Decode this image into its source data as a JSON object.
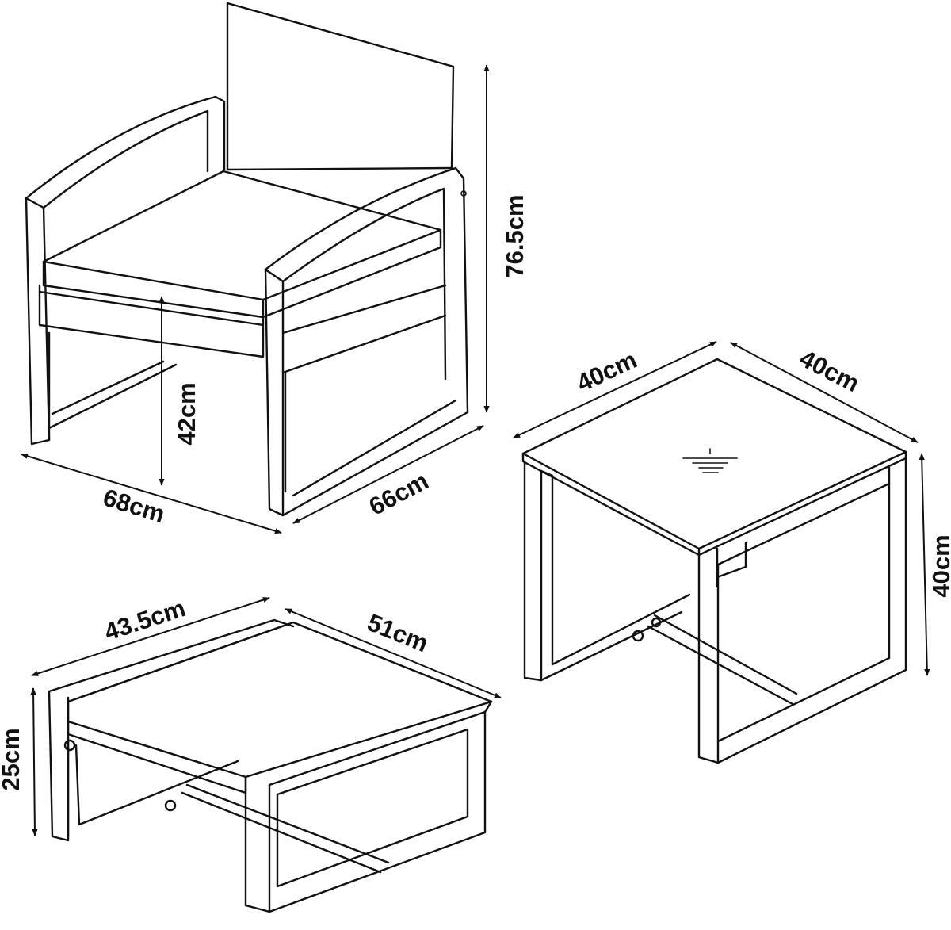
{
  "chair": {
    "height_label": "76.5cm",
    "seat_height_label": "42cm",
    "width_label": "68cm",
    "depth_label": "66cm"
  },
  "table": {
    "width_label": "40cm",
    "depth_label": "40cm",
    "height_label": "40cm"
  },
  "ottoman": {
    "width_label": "43.5cm",
    "depth_label": "51cm",
    "height_label": "25cm"
  }
}
